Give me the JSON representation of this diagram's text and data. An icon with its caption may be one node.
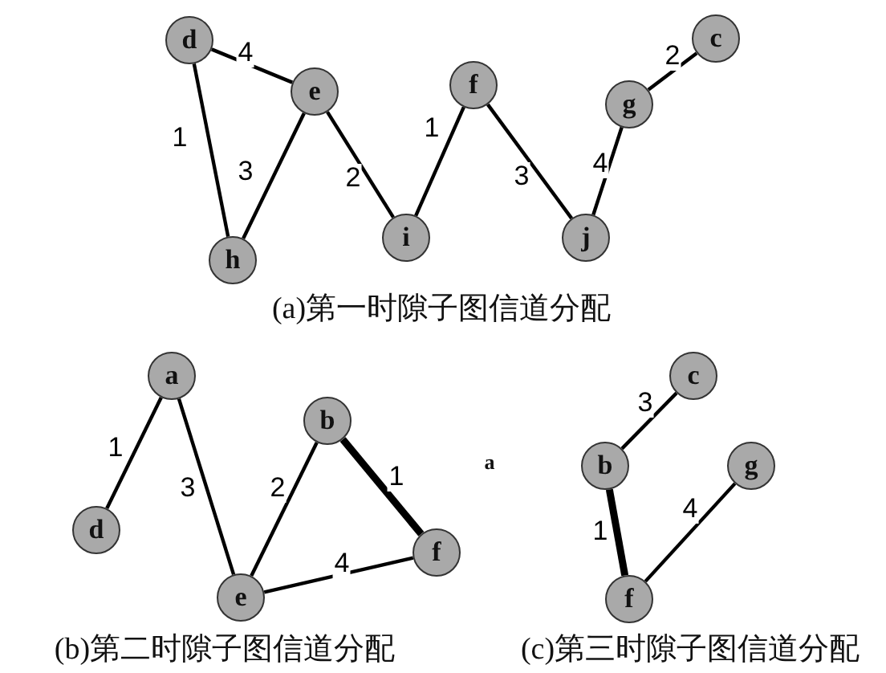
{
  "diagram": {
    "nodes": [
      {
        "text": [
          "d"
        ]
      },
      {
        "text": [
          "c"
        ]
      },
      {
        "text": [
          "f"
        ]
      },
      {
        "text": [
          "e"
        ]
      },
      {
        "text": [
          "g"
        ]
      },
      {
        "text": [
          "i"
        ]
      },
      {
        "text": [
          "j"
        ]
      },
      {
        "text": [
          "h"
        ]
      },
      {
        "text": [
          "a"
        ]
      },
      {
        "text": [
          "b"
        ]
      },
      {
        "text": [
          "d"
        ]
      },
      {
        "text": [
          "f"
        ]
      },
      {
        "text": [
          "e"
        ]
      },
      {
        "text": [
          "c"
        ]
      },
      {
        "text": [
          "b"
        ]
      },
      {
        "text": [
          "g"
        ]
      },
      {
        "text": [
          "f"
        ]
      }
    ],
    "edges": [
      {
        "from": 0,
        "to": 3,
        "arrow": "none",
        "label": "4"
      },
      {
        "from": 0,
        "to": 7,
        "arrow": "none",
        "label": "1"
      },
      {
        "from": 3,
        "to": 7,
        "arrow": "none",
        "label": "3"
      },
      {
        "from": 3,
        "to": 5,
        "arrow": "none",
        "label": "2"
      },
      {
        "from": 5,
        "to": 2,
        "arrow": "none",
        "label": "1"
      },
      {
        "from": 2,
        "to": 6,
        "arrow": "none",
        "label": "3"
      },
      {
        "from": 6,
        "to": 4,
        "arrow": "none",
        "label": "4"
      },
      {
        "from": 4,
        "to": 1,
        "arrow": "none",
        "label": "2"
      },
      {
        "from": 8,
        "to": 10,
        "arrow": "none",
        "label": "1"
      },
      {
        "from": 8,
        "to": 12,
        "arrow": "none",
        "label": "3"
      },
      {
        "from": 12,
        "to": 9,
        "arrow": "none",
        "label": "2"
      },
      {
        "from": 9,
        "to": 11,
        "arrow": "none",
        "label": "1",
        "style": "thick"
      },
      {
        "from": 12,
        "to": 11,
        "arrow": "none",
        "label": "4"
      },
      {
        "from": 14,
        "to": 13,
        "arrow": "none",
        "label": "3"
      },
      {
        "from": 14,
        "to": 16,
        "arrow": "none",
        "label": "1",
        "style": "thick"
      },
      {
        "from": 16,
        "to": 15,
        "arrow": "none",
        "label": "4"
      }
    ],
    "labels": [
      "(a)第一时隙子图信道分配",
      "a",
      "(b)第二时隙子图信道分配",
      "(c)第三时隙子图信道分配"
    ]
  }
}
